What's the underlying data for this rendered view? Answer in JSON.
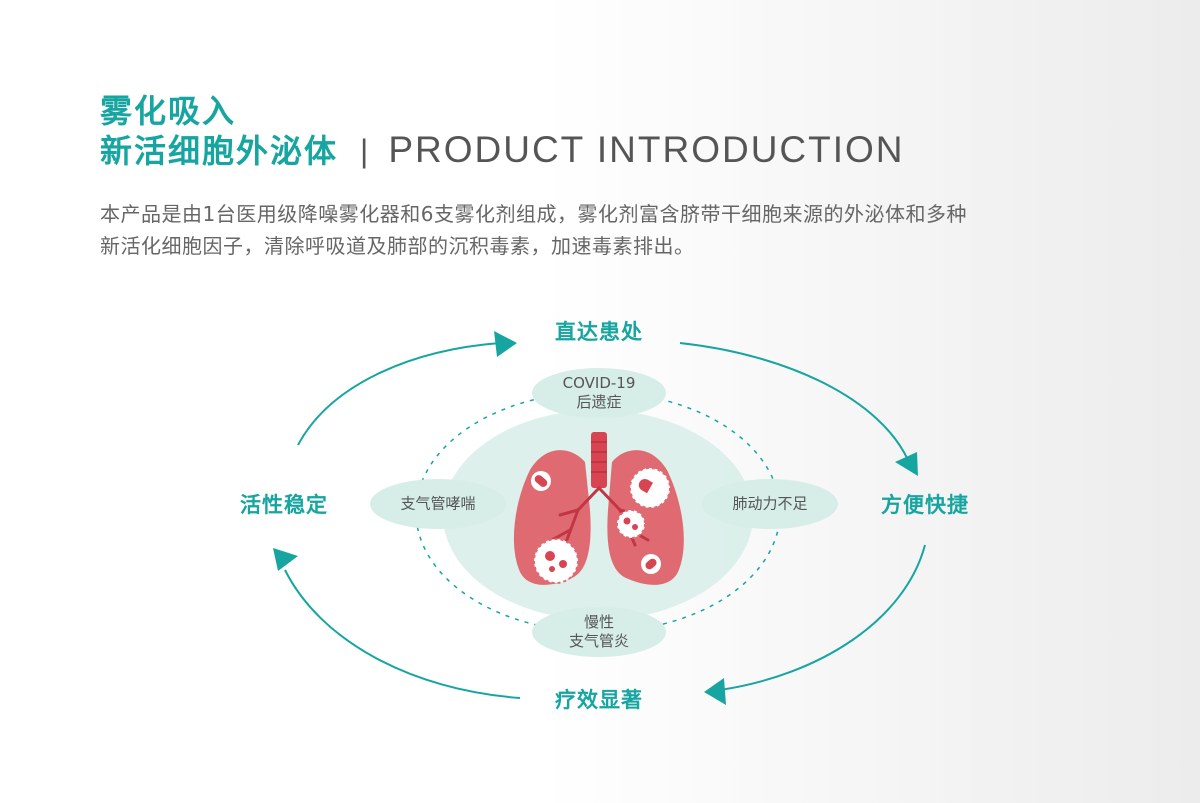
{
  "title": {
    "line1": "雾化吸入",
    "line2": "新活细胞外泌体",
    "separator": "|",
    "english": "PRODUCT  INTRODUCTION"
  },
  "intro": {
    "line1": "本产品是由1台医用级降噪雾化器和6支雾化剂组成，雾化剂富含脐带干细胞来源的外泌体和多种",
    "line2": "新活化细胞因子，清除呼吸道及肺部的沉积毒素，加速毒素排出。"
  },
  "cycle": {
    "top": "直达患处",
    "right": "方便快捷",
    "bottom": "疗效显著",
    "left": "活性稳定"
  },
  "conditions": {
    "top_line1": "COVID-19",
    "top_line2": "后遗症",
    "left": "支气管哮喘",
    "right": "肺动力不足",
    "bottom_line1": "慢性",
    "bottom_line2": "支气管炎"
  },
  "colors": {
    "accent": "#16a5a0",
    "lung": "#e06a72",
    "trachea": "#d94452",
    "halo": "#d7ede8"
  },
  "icons": [
    "pill-capsule-icon",
    "virus-icon",
    "bacteria-icon",
    "lungs-icon"
  ]
}
